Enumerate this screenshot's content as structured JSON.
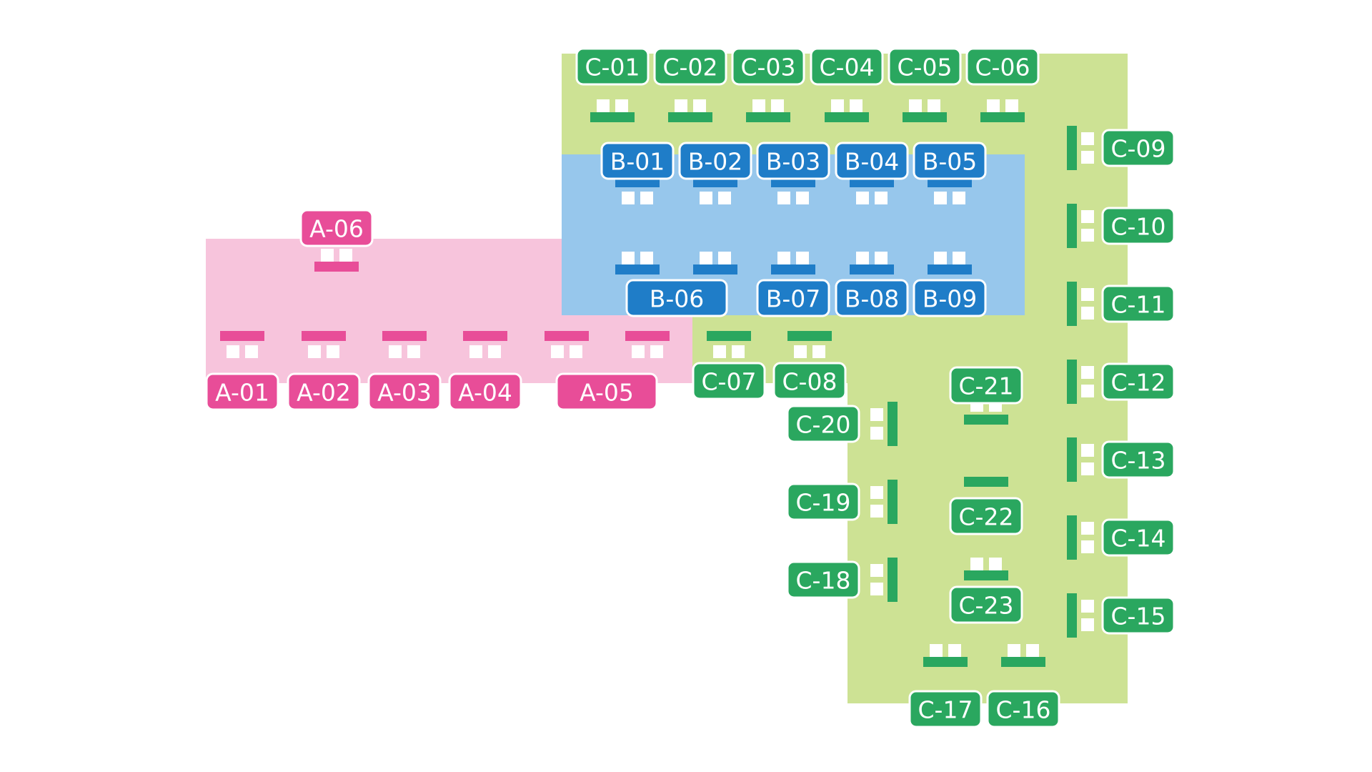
{
  "colors": {
    "zone_a_fill": "#f7c4dc",
    "zone_a_accent": "#e84d98",
    "zone_b_fill": "#97c7ec",
    "zone_b_accent": "#1f7dc8",
    "zone_c_fill": "#cde294",
    "zone_c_accent": "#2aa75f",
    "chair": "#ffffff",
    "label_border": "#ffffff"
  },
  "zones": [
    {
      "id": "A",
      "name": "zone-a"
    },
    {
      "id": "B",
      "name": "zone-b"
    },
    {
      "id": "C",
      "name": "zone-c"
    }
  ],
  "booths": [
    {
      "label": "A-01",
      "zone": "A"
    },
    {
      "label": "A-02",
      "zone": "A"
    },
    {
      "label": "A-03",
      "zone": "A"
    },
    {
      "label": "A-04",
      "zone": "A"
    },
    {
      "label": "A-05",
      "zone": "A"
    },
    {
      "label": "A-06",
      "zone": "A"
    },
    {
      "label": "B-01",
      "zone": "B"
    },
    {
      "label": "B-02",
      "zone": "B"
    },
    {
      "label": "B-03",
      "zone": "B"
    },
    {
      "label": "B-04",
      "zone": "B"
    },
    {
      "label": "B-05",
      "zone": "B"
    },
    {
      "label": "B-06",
      "zone": "B"
    },
    {
      "label": "B-07",
      "zone": "B"
    },
    {
      "label": "B-08",
      "zone": "B"
    },
    {
      "label": "B-09",
      "zone": "B"
    },
    {
      "label": "C-01",
      "zone": "C"
    },
    {
      "label": "C-02",
      "zone": "C"
    },
    {
      "label": "C-03",
      "zone": "C"
    },
    {
      "label": "C-04",
      "zone": "C"
    },
    {
      "label": "C-05",
      "zone": "C"
    },
    {
      "label": "C-06",
      "zone": "C"
    },
    {
      "label": "C-07",
      "zone": "C"
    },
    {
      "label": "C-08",
      "zone": "C"
    },
    {
      "label": "C-09",
      "zone": "C"
    },
    {
      "label": "C-10",
      "zone": "C"
    },
    {
      "label": "C-11",
      "zone": "C"
    },
    {
      "label": "C-12",
      "zone": "C"
    },
    {
      "label": "C-13",
      "zone": "C"
    },
    {
      "label": "C-14",
      "zone": "C"
    },
    {
      "label": "C-15",
      "zone": "C"
    },
    {
      "label": "C-16",
      "zone": "C"
    },
    {
      "label": "C-17",
      "zone": "C"
    },
    {
      "label": "C-18",
      "zone": "C"
    },
    {
      "label": "C-19",
      "zone": "C"
    },
    {
      "label": "C-20",
      "zone": "C"
    },
    {
      "label": "C-21",
      "zone": "C"
    },
    {
      "label": "C-22",
      "zone": "C"
    },
    {
      "label": "C-23",
      "zone": "C"
    }
  ]
}
